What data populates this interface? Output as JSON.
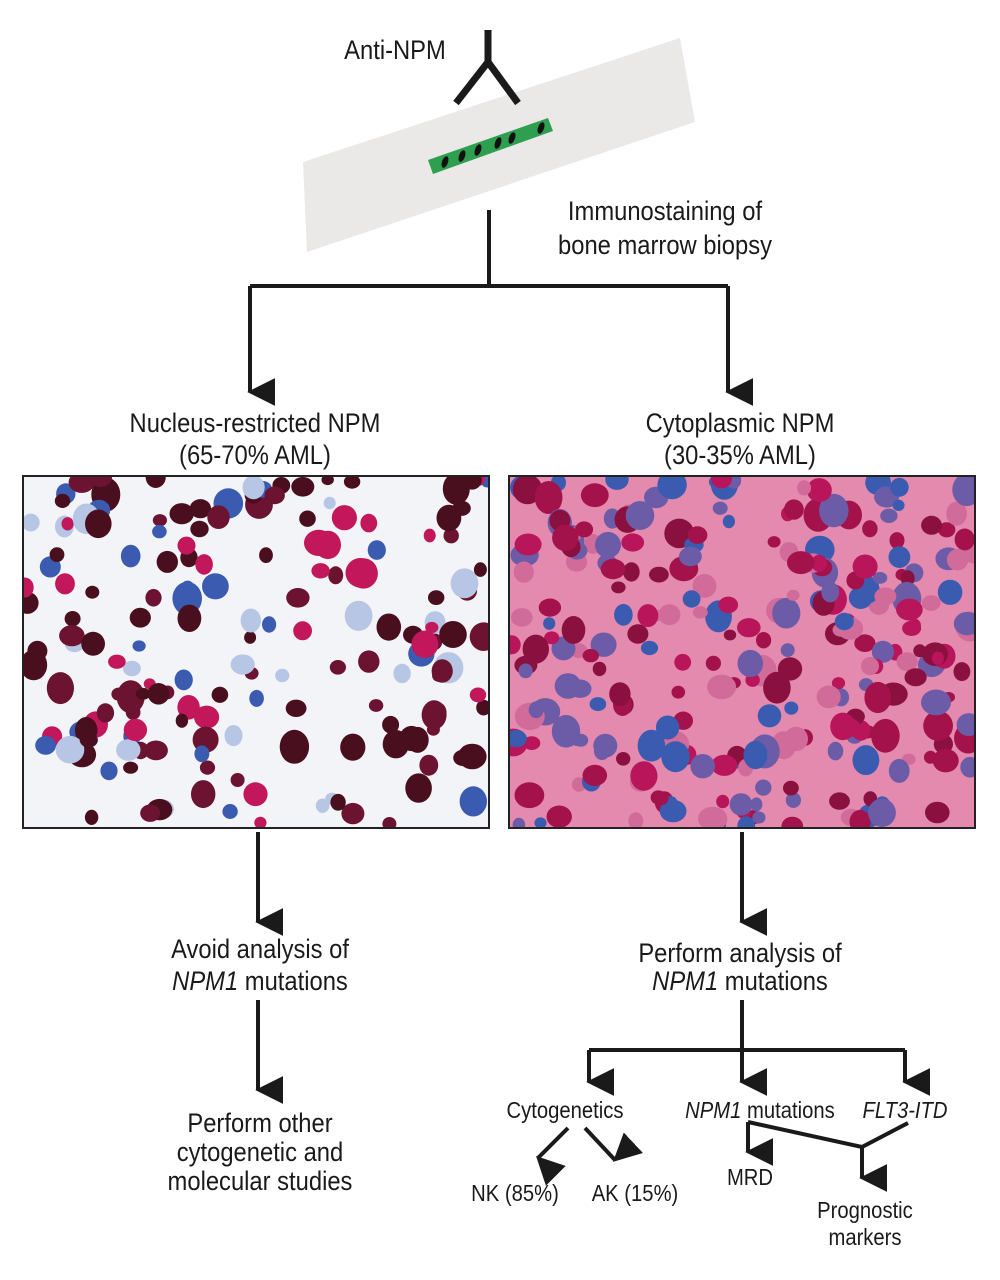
{
  "top": {
    "antibody_label": "Anti-NPM",
    "process_label_line1": "Immunostaining of",
    "process_label_line2": "bone marrow biopsy"
  },
  "left": {
    "title_line1": "Nucleus-restricted NPM",
    "title_line2": "(65-70% AML)",
    "step1_line1": "Avoid analysis of",
    "step1_gene": "NPM1",
    "step1_line2_rest": " mutations",
    "step2_line1": "Perform other",
    "step2_line2": "cytogenetic and",
    "step2_line3": "molecular studies"
  },
  "right": {
    "title_line1": "Cytoplasmic NPM",
    "title_line2": "(30-35% AML)",
    "step1_line1": "Perform analysis of",
    "step1_gene": "NPM1",
    "step1_line2_rest": " mutations",
    "branches": {
      "cytogenetics": "Cytogenetics",
      "npm1_gene": "NPM1",
      "npm1_rest": " mutations",
      "flt3": "FLT3-ITD",
      "nk": "NK (85%)",
      "ak": "AK (15%)",
      "mrd": "MRD",
      "prognostic_line1": "Prognostic",
      "prognostic_line2": "markers"
    }
  },
  "colors": {
    "slide": "#ebe8e8",
    "tissue": "#2e9e4f",
    "arrow": "#1a1a1a",
    "stain_brown": "#4a0f1e",
    "stain_red": "#c2185b",
    "counterstain_blue": "#3b5bb0"
  }
}
